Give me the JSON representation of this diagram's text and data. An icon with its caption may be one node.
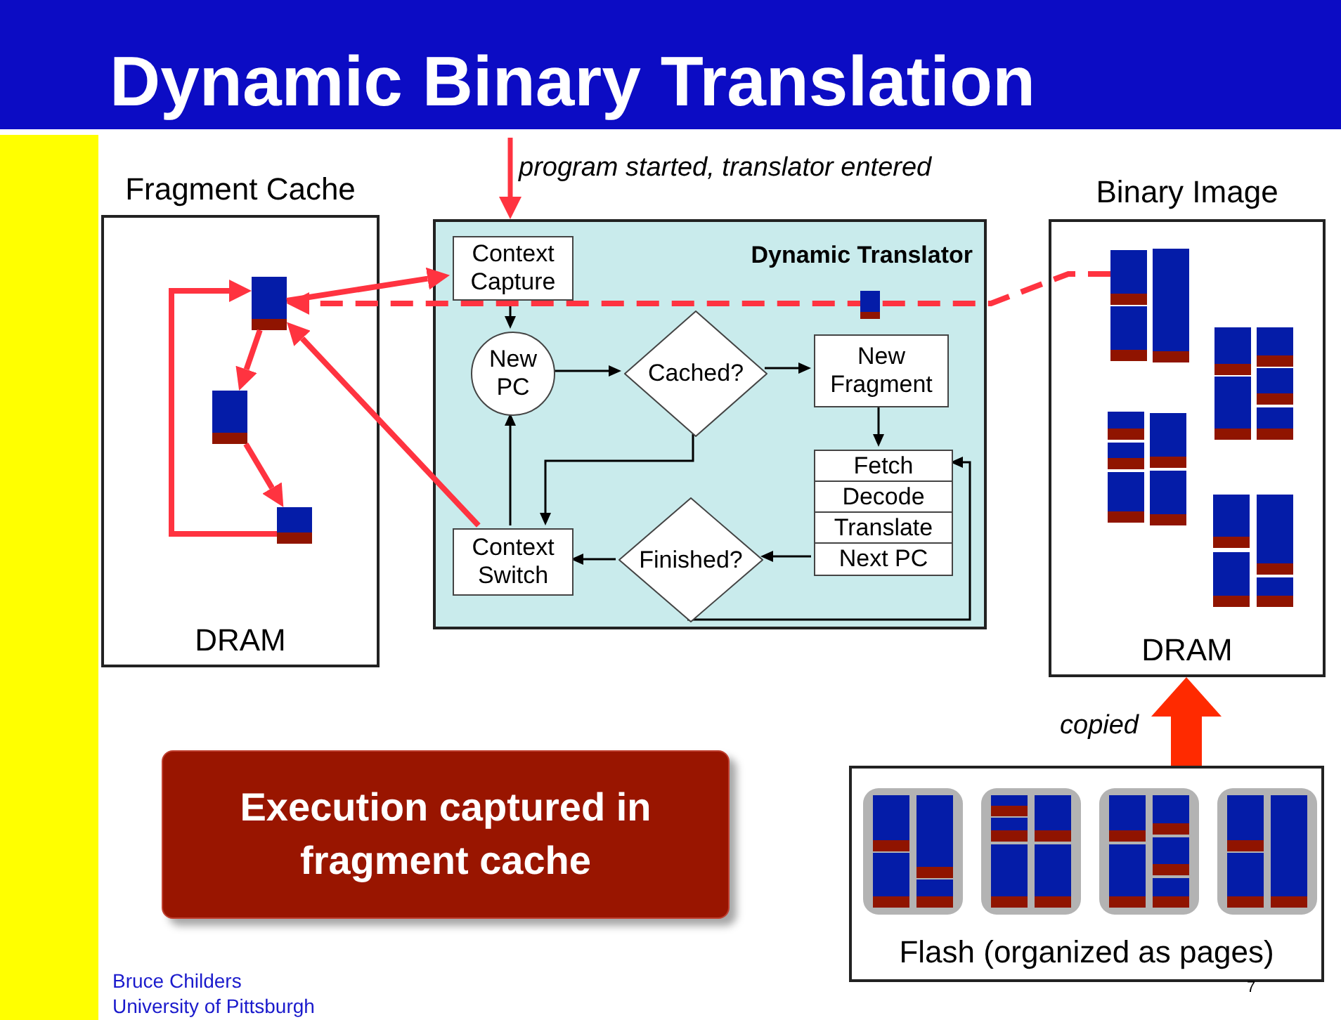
{
  "diagram": {
    "title": "Dynamic Binary Translation",
    "nodes": [
      {
        "text": [
          "Fragment Cache",
          "DRAM"
        ]
      },
      {
        "text": [],
        "shape": "box",
        "in": 0
      },
      {
        "text": [],
        "shape": "box",
        "in": 0
      },
      {
        "text": [],
        "shape": "box",
        "in": 0
      },
      {
        "text": [
          "Dynamic Translator"
        ]
      },
      {
        "text": [
          "Context Capture"
        ],
        "in": 4
      },
      {
        "text": [
          "New PC"
        ],
        "in": 4
      },
      {
        "text": [
          "Cached?"
        ],
        "in": 4
      },
      {
        "text": [
          "New Fragment"
        ],
        "in": 4
      },
      {
        "text": [
          "Fetch"
        ],
        "in": 4
      },
      {
        "text": [
          "Decode"
        ],
        "in": 4
      },
      {
        "text": [
          "Translate"
        ],
        "in": 4
      },
      {
        "text": [
          "Next PC"
        ],
        "in": 4
      },
      {
        "text": [
          "Finished?"
        ],
        "in": 4
      },
      {
        "text": [
          "Context Switch"
        ],
        "in": 4
      },
      {
        "text": [
          "Binary Image",
          "DRAM"
        ]
      },
      {
        "text": [],
        "shape": "box",
        "in": 15
      },
      {
        "text": [
          "Flash (organized as pages)"
        ]
      },
      {
        "text": [
          "Execution captured in fragment cache"
        ]
      }
    ],
    "edges": [
      {
        "from": null,
        "to": 4,
        "arrow": "to",
        "label": "program started, translator entered",
        "style": "thick",
        "color": "#ff3340"
      },
      {
        "from": 5,
        "to": 6,
        "arrow": "to"
      },
      {
        "from": 6,
        "to": 7,
        "arrow": "to"
      },
      {
        "from": 7,
        "to": 8,
        "arrow": "to"
      },
      {
        "from": 8,
        "to": 9,
        "arrow": "to"
      },
      {
        "from": 7,
        "to": 14,
        "arrow": "to"
      },
      {
        "from": 12,
        "to": 13,
        "arrow": "to"
      },
      {
        "from": 13,
        "to": 14,
        "arrow": "to"
      },
      {
        "from": 14,
        "to": 6,
        "arrow": "to"
      },
      {
        "from": 13,
        "to": 9,
        "arrow": "to"
      },
      {
        "from": 1,
        "to": 2,
        "arrow": "to",
        "style": "thick",
        "color": "#ff3340"
      },
      {
        "from": 2,
        "to": 3,
        "arrow": "to",
        "style": "thick",
        "color": "#ff3340"
      },
      {
        "from": 3,
        "to": 1,
        "arrow": "to",
        "style": "thick",
        "color": "#ff3340"
      },
      {
        "from": 1,
        "to": 5,
        "arrow": "to",
        "style": "thick",
        "color": "#ff3340"
      },
      {
        "from": 14,
        "to": 1,
        "arrow": "to",
        "style": "thick",
        "color": "#ff3340"
      },
      {
        "from": 16,
        "to": 1,
        "arrow": "to",
        "style": "dashed",
        "color": "#ff3340"
      },
      {
        "from": 17,
        "to": 15,
        "arrow": "to",
        "label": "copied",
        "style": "thick",
        "color": "#ff2a00"
      }
    ],
    "labels": [
      "Bruce Childers",
      "University of Pittsburgh",
      "7"
    ]
  }
}
